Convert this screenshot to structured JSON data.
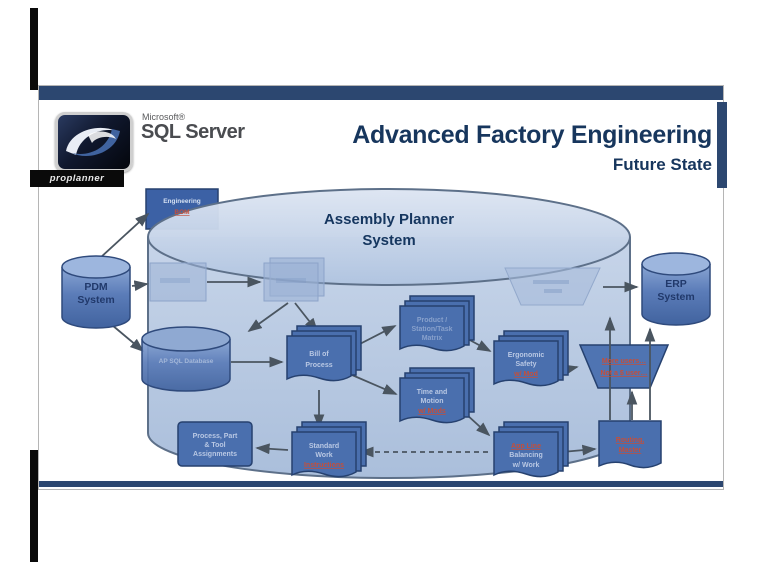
{
  "header": {
    "logo_text": "proplanner",
    "microsoft": "Microsoft®",
    "sql_server": "SQL Server",
    "title": "Advanced Factory Engineering",
    "subtitle": "Future State"
  },
  "diagram": {
    "system_title_line1": "Assembly Planner",
    "system_title_line2": "System",
    "pdm": {
      "line1": "PDM",
      "line2": "System"
    },
    "erp": {
      "line1": "ERP",
      "line2": "System"
    },
    "engineering_box": {
      "line1": "Engineering",
      "line2": "BOM"
    },
    "inner_db": {
      "label": "AP SQL Database"
    },
    "bill_of_process": {
      "line1": "Bill of",
      "line2": "Process"
    },
    "product_matrix": {
      "line1": "Product /",
      "line2": "Station/Task",
      "line3": "Matrix"
    },
    "time_motion": {
      "line1": "Time and",
      "line2": "Motion",
      "line3": "w/ Mods"
    },
    "ergonomic": {
      "line1": "Ergonomic",
      "line2": "Safety",
      "line3": "w/ Mod"
    },
    "review_trapezoid": {
      "line1": "More users…",
      "line2": "Not a $ user…"
    },
    "process_part": {
      "line1": "Process, Part",
      "line2": "& Tool",
      "line3": "Assignments"
    },
    "standard_work": {
      "line1": "Standard",
      "line2": "Work",
      "line3": "Instructions"
    },
    "line_balancing": {
      "line1": "App Line",
      "line2": "Balancing",
      "line3": "w/ Work"
    },
    "routing_master": {
      "line1": "Routing,",
      "line2": "Master"
    }
  },
  "colors": {
    "navy_accent": "#17365d",
    "bar_navy": "#2c4770",
    "box_blue": "#4a6fae",
    "box_border": "#26416f",
    "cylinder_light": "#b4c7e2",
    "link_red": "#c44f3b"
  }
}
